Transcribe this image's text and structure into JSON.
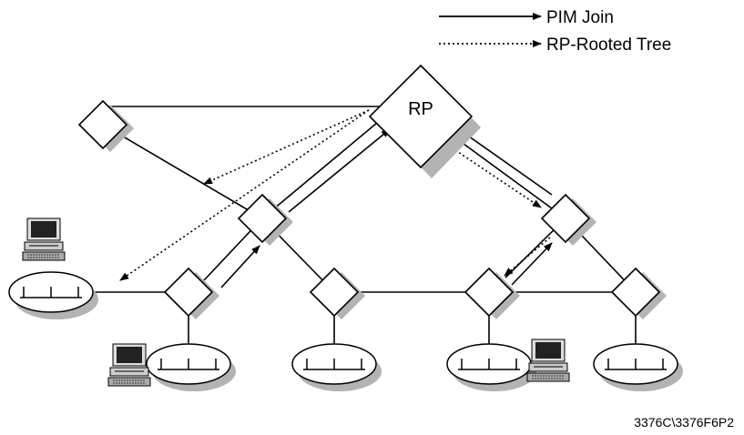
{
  "legend": {
    "pim_join_label": "PIM Join",
    "rp_tree_label": "RP-Rooted Tree"
  },
  "rp": {
    "label": "RP"
  },
  "figure_id": "3376C\\3376F6P2",
  "icons": {
    "router": "router-diamond-icon",
    "lan": "lan-segment-icon",
    "host": "workstation-icon"
  },
  "colors": {
    "stroke": "#000000",
    "shadow": "#b3b3b3",
    "background": "#ffffff"
  }
}
